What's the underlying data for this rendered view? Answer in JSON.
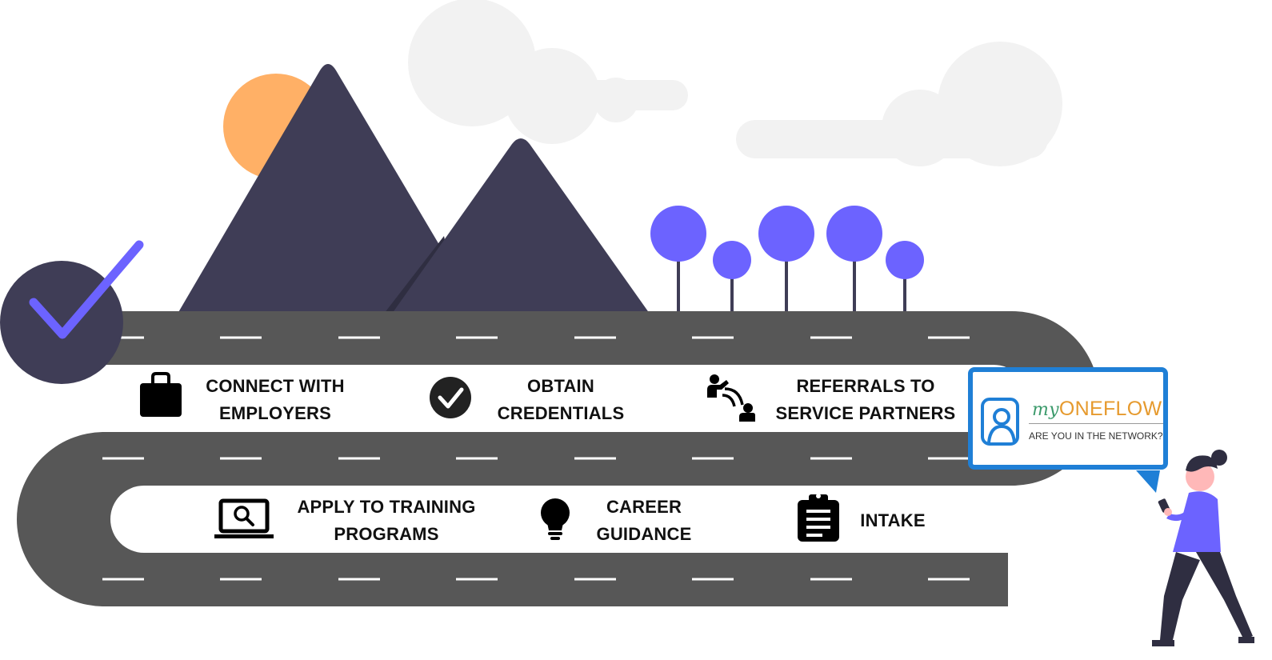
{
  "stages": {
    "connect": {
      "line1": "CONNECT WITH",
      "line2": "EMPLOYERS",
      "icon": "briefcase-icon"
    },
    "credentials": {
      "line1": "OBTAIN",
      "line2": "CREDENTIALS",
      "icon": "check-circle-icon"
    },
    "referrals": {
      "line1": "REFERRALS TO",
      "line2": "SERVICE PARTNERS",
      "icon": "referral-network-icon"
    },
    "training": {
      "line1": "APPLY TO TRAINING",
      "line2": "PROGRAMS",
      "icon": "laptop-search-icon"
    },
    "guidance": {
      "line1": "CAREER",
      "line2": "GUIDANCE",
      "icon": "lightbulb-icon"
    },
    "intake": {
      "line1": "INTAKE",
      "icon": "clipboard-icon"
    }
  },
  "logo": {
    "brand_prefix": "my",
    "brand_name": "ONEFLOW",
    "tagline": "ARE YOU IN THE NETWORK?",
    "colors": {
      "frame": "#1f7fd6",
      "prefix": "#3b9a6b",
      "name": "#e69a2e"
    }
  },
  "palette": {
    "road": "#575757",
    "mountain": "#3f3d56",
    "tree": "#6c63ff",
    "sun": "#ffb066",
    "cloud": "#f2f2f2",
    "check_mark": "#6c63ff"
  }
}
